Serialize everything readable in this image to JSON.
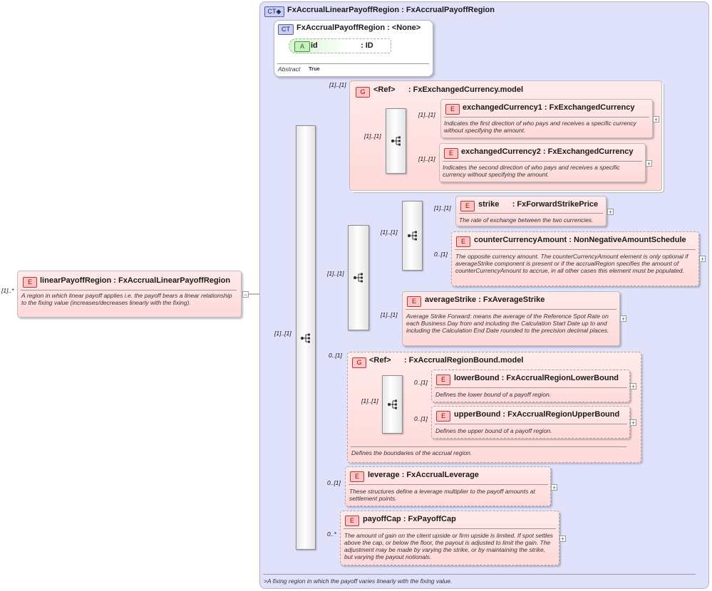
{
  "complex_type": {
    "badge": "CT",
    "title": "FxAccrualLinearPayoffRegion : FxAccrualPayoffRegion",
    "footer_doc": ">A fixing region in which the payoff varies linearly with the fixing value."
  },
  "base_type": {
    "badge": "CT",
    "title": "FxAccrualPayoffRegion : <None>",
    "attribute": {
      "badge": "A",
      "name": "id",
      "type": ": ID"
    },
    "abstract_label": "Abstract",
    "abstract_value": "True"
  },
  "root_element": {
    "badge": "E",
    "cardinality": "[1]..*",
    "title": "linearPayoffRegion : FxAccrualLinearPayoffRegion",
    "doc": "A region in which linear payoff applies i.e. the payoff bears a linear relationship to the fixing value (increases/decreases linearly with the fixing)."
  },
  "main_sequence": {
    "cardinality": "[1]..[1]"
  },
  "exchanged_group": {
    "badge": "G",
    "cardinality": "[1]..[1]",
    "title": "<Ref>      : FxExchangedCurrency.model",
    "sequence_cardinality": "[1]..[1]",
    "items": [
      {
        "badge": "E",
        "cardinality": "[1]..[1]",
        "title": "exchangedCurrency1 : FxExchangedCurrency",
        "doc": "Indicates the first direction of who pays and receives a specific currency without specifying the amount."
      },
      {
        "badge": "E",
        "cardinality": "[1]..[1]",
        "title": "exchangedCurrency2 : FxExchangedCurrency",
        "doc": "Indicates the second direction of who pays and receives a specific currency without specifying the amount."
      }
    ]
  },
  "strike_sequence": {
    "cardinality": "[1]..[1]",
    "inner_cardinality": "[1]..[1]",
    "strike": {
      "badge": "E",
      "cardinality": "[1]..[1]",
      "title": "strike      : FxForwardStrikePrice",
      "doc": "The rate of exchange between the two currencies."
    },
    "counter": {
      "badge": "E",
      "cardinality": "0..[1]",
      "title": "counterCurrencyAmount : NonNegativeAmountSchedule",
      "doc": "The opposite currency amount. The counterCurrencyAmount element is only optional if averageStrike component is present or if the accrualRegion specifies the amount of counterCurrencyAmount to accrue, in all other cases this element must be populated."
    },
    "average": {
      "badge": "E",
      "cardinality": "[1]..[1]",
      "title": "averageStrike : FxAverageStrike",
      "doc": "Average Strike Forward: means the average of the Reference Spot Rate on each Business Day from and including the Calculation Start Date up to and including the Calculation End Date rounded to the precision decimal places."
    }
  },
  "bound_group": {
    "badge": "G",
    "cardinality": "0..[1]",
    "title": "<Ref>      : FxAccrualRegionBound.model",
    "sequence_cardinality": "[1]..[1]",
    "doc": "Defines the boundaries of the accrual region.",
    "items": [
      {
        "badge": "E",
        "cardinality": "0..[1]",
        "title": "lowerBound : FxAccrualRegionLowerBound",
        "doc": "Defines the lower bound of a payoff region."
      },
      {
        "badge": "E",
        "cardinality": "0..[1]",
        "title": "upperBound : FxAccrualRegionUpperBound",
        "doc": "Defines the upper bound of a payoff region."
      }
    ]
  },
  "leverage": {
    "badge": "E",
    "cardinality": "0..[1]",
    "title": "leverage : FxAccrualLeverage",
    "doc": "These structures define a leverage multiplier to the payoff amounts at settlement points."
  },
  "payoff_cap": {
    "badge": "E",
    "cardinality": "0..*",
    "title": "payoffCap : FxPayoffCap",
    "doc": "The amount of gain on the client upside or firm upside is limited. If spot settles above the cap, or below the floor, the payout is adjusted to limit the gain. The adjustment may be made by varying the strike, or by maintaining the strike, but varying the payout notionals."
  },
  "expand_symbol": "+",
  "collapse_symbol": "−"
}
